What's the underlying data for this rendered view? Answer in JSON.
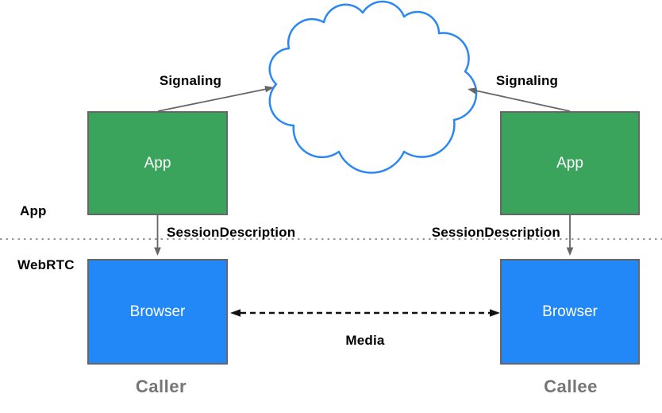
{
  "colors": {
    "canvas_bg": "#ffffff",
    "app_box_fill": "#3BA45C",
    "browser_box_fill": "#2288F8",
    "box_border": "#666666",
    "box_text": "#ffffff",
    "cloud_stroke": "#2B87F3",
    "arrow_gray": "#666666",
    "media_arrow_black": "#111111",
    "label_text": "#000000",
    "endpoint_label_gray": "#757575",
    "divider_dots": "#999999"
  },
  "layers": {
    "app_label": "App",
    "webrtc_label": "WebRTC"
  },
  "caller": {
    "app_box_label": "App",
    "browser_box_label": "Browser",
    "signaling_label": "Signaling",
    "session_description_label": "SessionDescription",
    "endpoint_label": "Caller"
  },
  "callee": {
    "app_box_label": "App",
    "browser_box_label": "Browser",
    "signaling_label": "Signaling",
    "session_description_label": "SessionDescription",
    "endpoint_label": "Callee"
  },
  "media": {
    "label": "Media"
  }
}
